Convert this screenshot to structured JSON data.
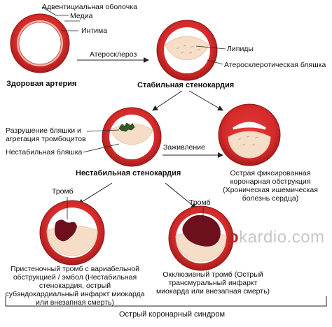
{
  "labels": {
    "adventitia": "Адвентициальная оболочка",
    "media": "Медиа",
    "intima": "Интима",
    "atherosclerosis": "Атеросклероз",
    "lipids": "Липиды",
    "plaque": "Атеросклеротическая бляшка",
    "healthy_artery": "Здоровая артерия",
    "stable_angina": "Стабильная стенокардия",
    "plaque_rupture": "Разрушение бляшки и агрегация тромбоцитов",
    "unstable_plaque": "Нестабильная бляшка",
    "healing": "Заживление",
    "unstable_angina": "Нестабильная стенокардия",
    "fixed_obstruction": "Острая фиксированная коронарная обструкция (Хроническая ишемическая болезнь сердца)",
    "thrombus_left": "Тромб",
    "thrombus_right": "Тромб",
    "mural_thrombus": "Пристеночный тромб с вариабельной обструкцией / эмбол (Нестабильная стенокардия, острый субэндокардиальный инфаркт миокарда или внезапная смерть)",
    "occlusive_thrombus": "Окклюзивный тромб (Острый трансмуральный инфаркт миокарда или внезапная смерть)",
    "acs": "Острый коронарный синдром"
  },
  "watermark": {
    "o": "o",
    "rest": "kardio.com"
  },
  "colors": {
    "wall": "#d42a2a",
    "wall_dark": "#a81c1c",
    "lumen": "#ffffff",
    "plaque": "#f6ddc8",
    "plaque_dark": "#ecc6a6",
    "thrombus": "#6e0f1e",
    "platelets": "#2e5a2a"
  }
}
